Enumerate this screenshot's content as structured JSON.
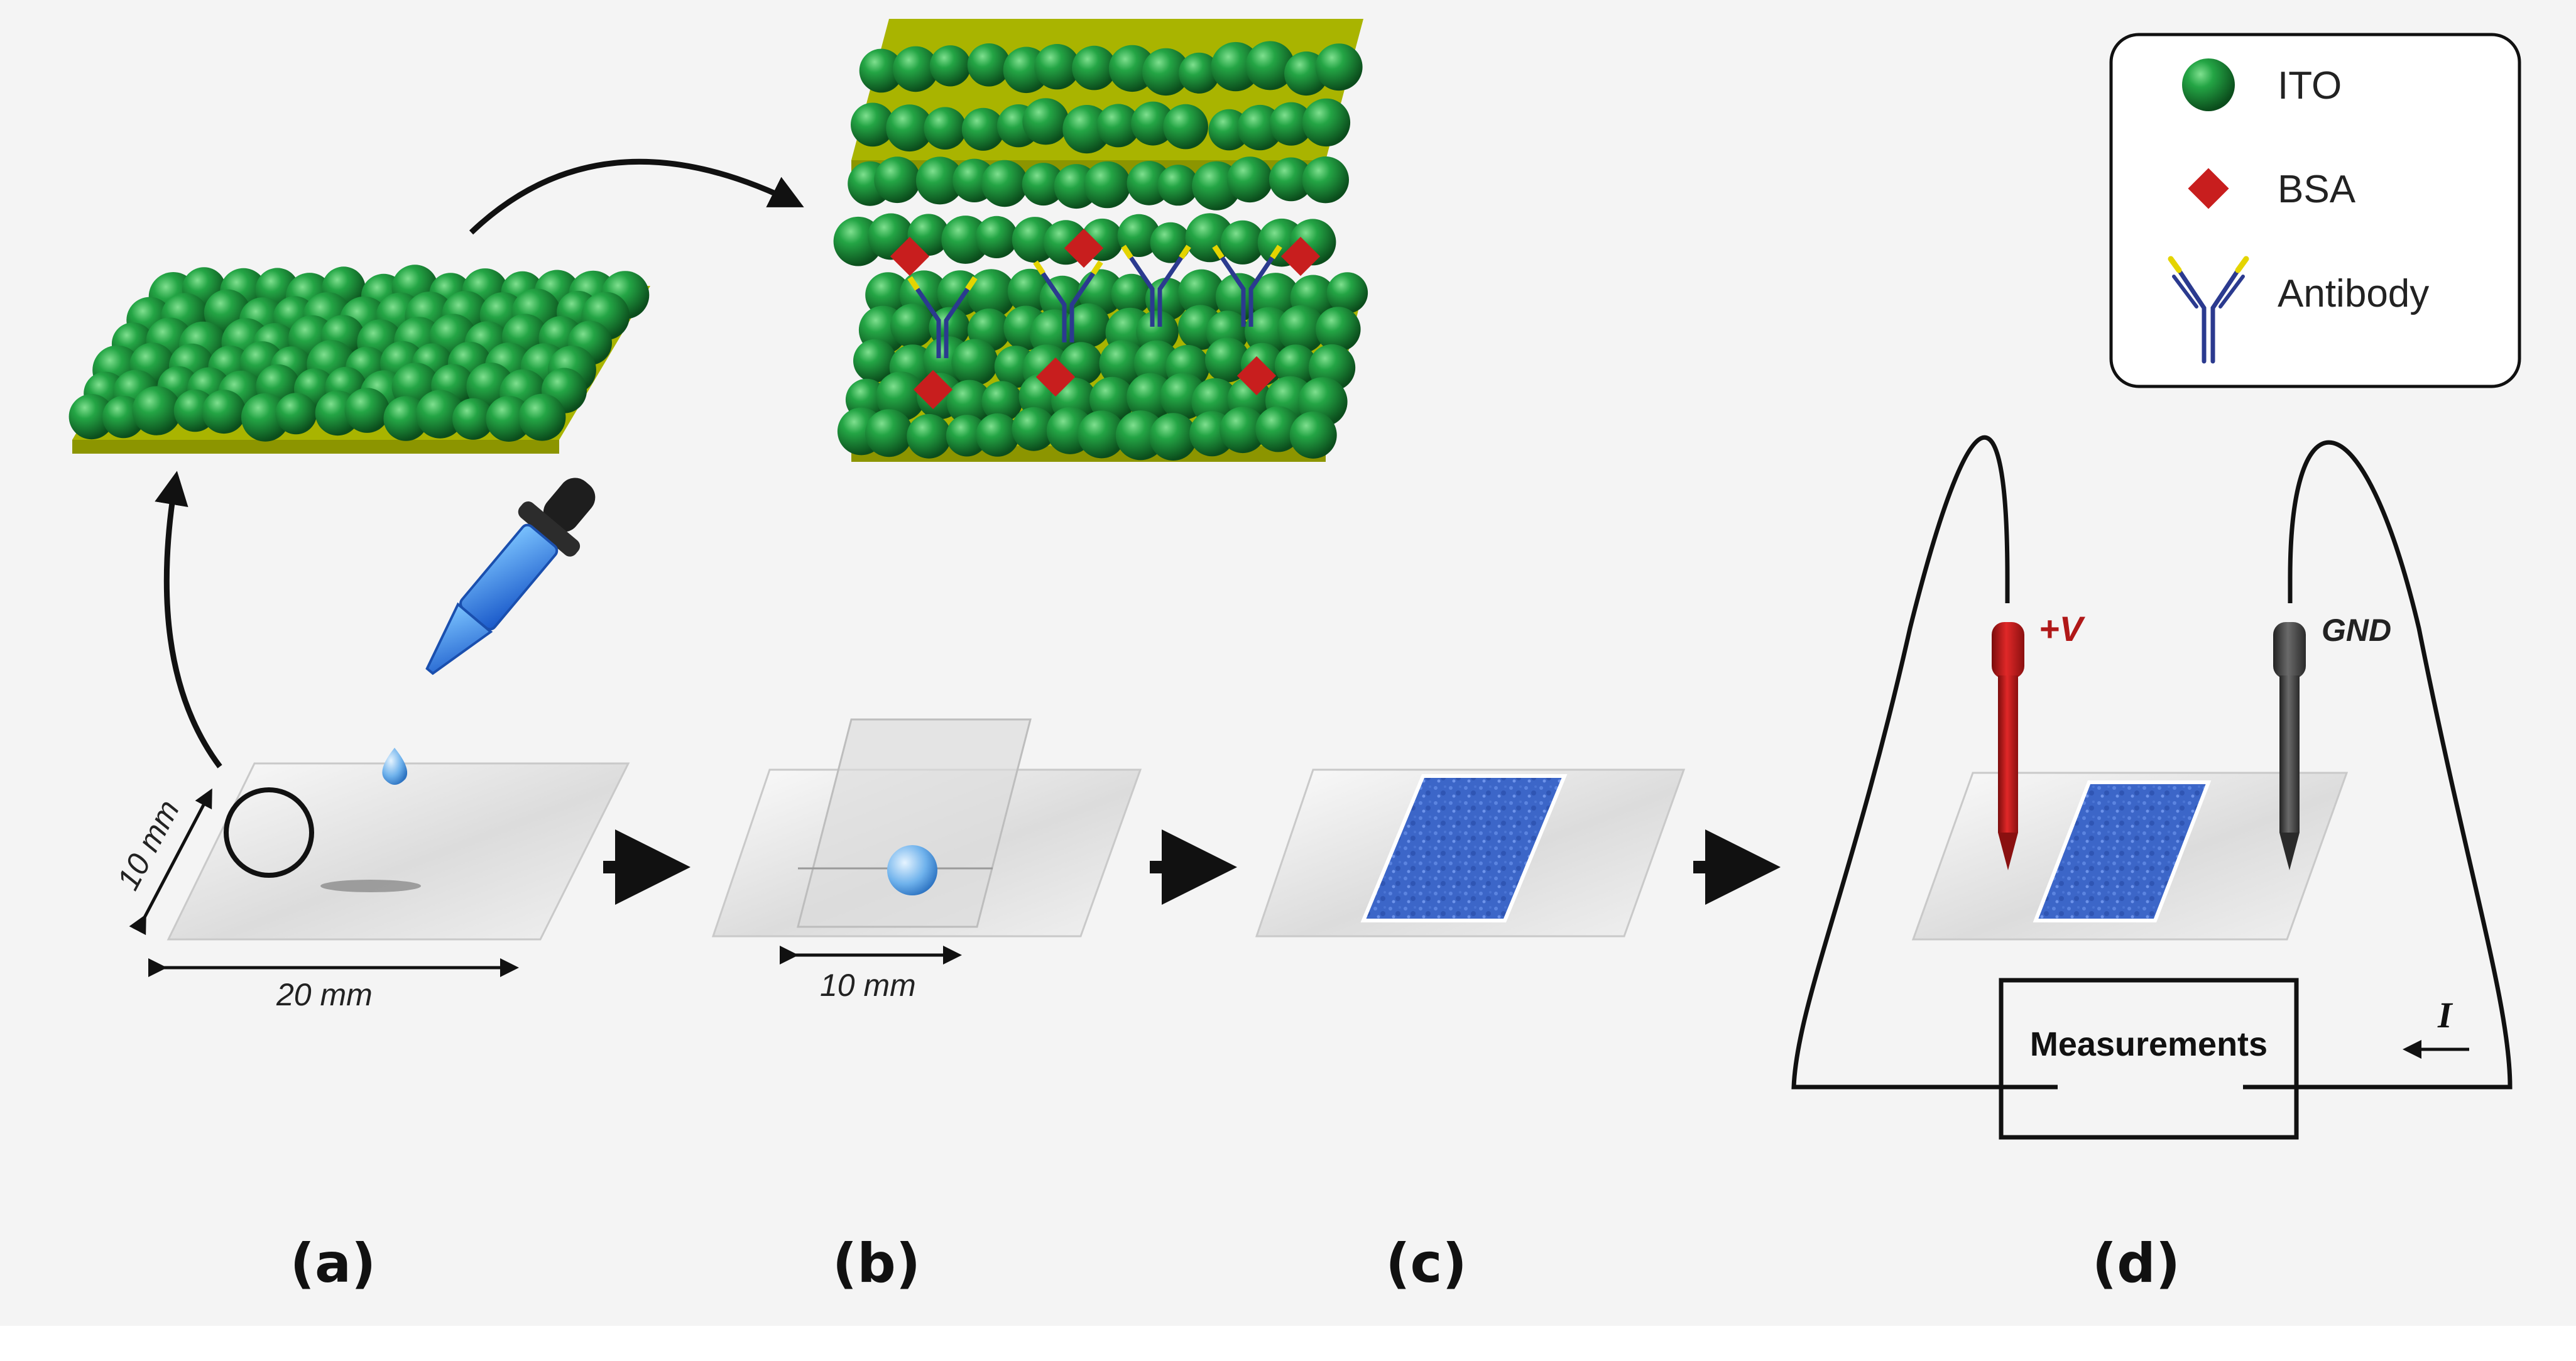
{
  "legend": {
    "items": [
      {
        "label": "ITO",
        "symbol": "sphere",
        "color": "#1f8a3c"
      },
      {
        "label": "BSA",
        "symbol": "diamond",
        "color": "#c81e1e"
      },
      {
        "label": "Antibody",
        "symbol": "y-shape",
        "color": "#2b3a8f"
      }
    ]
  },
  "panels": [
    {
      "label": "(a)"
    },
    {
      "label": "(b)"
    },
    {
      "label": "(c)"
    },
    {
      "label": "(d)"
    }
  ],
  "dimensions": {
    "a_depth": "10 mm",
    "a_width": "20 mm",
    "b_width": "10 mm"
  },
  "probes": {
    "positive": "+V",
    "ground": "GND"
  },
  "measurement_box": "Measurements",
  "current_label": "I",
  "colors": {
    "ito_green": "#1f8a3c",
    "substrate_yellow": "#a9b400",
    "bsa_red": "#c81e1e",
    "antibody_blue": "#2b3a8f",
    "antibody_tip": "#e4d400",
    "liquid_blue": "#2f6fd8",
    "probe_red": "#c41a1a",
    "probe_gray": "#444444"
  }
}
